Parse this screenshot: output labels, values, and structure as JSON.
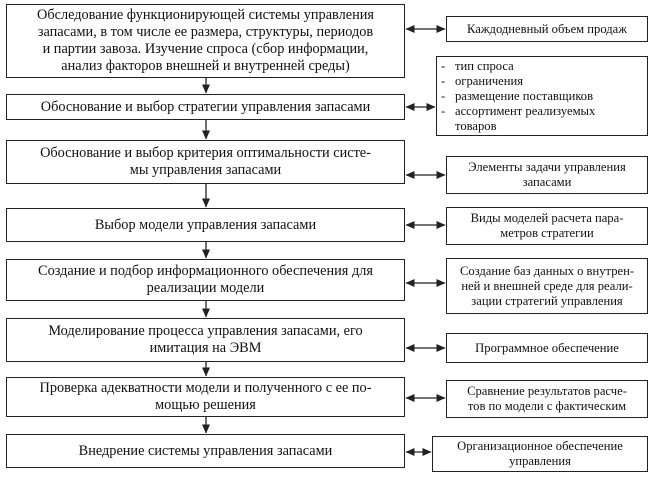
{
  "steps": [
    {
      "text": "Обследование функционирующей системы управления\nзапасами, в том числе ее размера, структуры, периодов\nи партии завоза. Изучение спроса (сбор информации,\nанализ факторов внешней и внутренней среды)"
    },
    {
      "text": "Обоснование и выбор стратегии управления запасами"
    },
    {
      "text": "Обоснование и выбор критерия оптимальности систе-\nмы управления запасами"
    },
    {
      "text": "Выбор модели управления запасами"
    },
    {
      "text": "Создание и подбор информационного обеспечения для\nреализации модели"
    },
    {
      "text": "Моделирование процесса управления запасами, его\nимитация на ЭВМ"
    },
    {
      "text": "Проверка адекватности модели и полученного с ее по-\nмощью решения"
    },
    {
      "text": "Внедрение системы управления запасами"
    }
  ],
  "inputs": [
    {
      "text": "Каждодневный объем продаж"
    },
    {
      "items": [
        "тип спроса",
        "ограничения",
        "размещение поставщиков",
        "ассортимент реализуемых\nтоваров"
      ]
    },
    {
      "text": "Элементы задачи управления\nзапасами"
    },
    {
      "text": "Виды моделей расчета пара-\nметров стратегии"
    },
    {
      "text": "Создание баз данных о внутрен-\nней и внешней среде для реали-\nзации стратегий управления"
    },
    {
      "text": "Программное обеспечение"
    },
    {
      "text": "Сравнение результатов расче-\nтов по модели с фактическим"
    },
    {
      "text": "Организационное обеспечение\nуправления"
    }
  ]
}
